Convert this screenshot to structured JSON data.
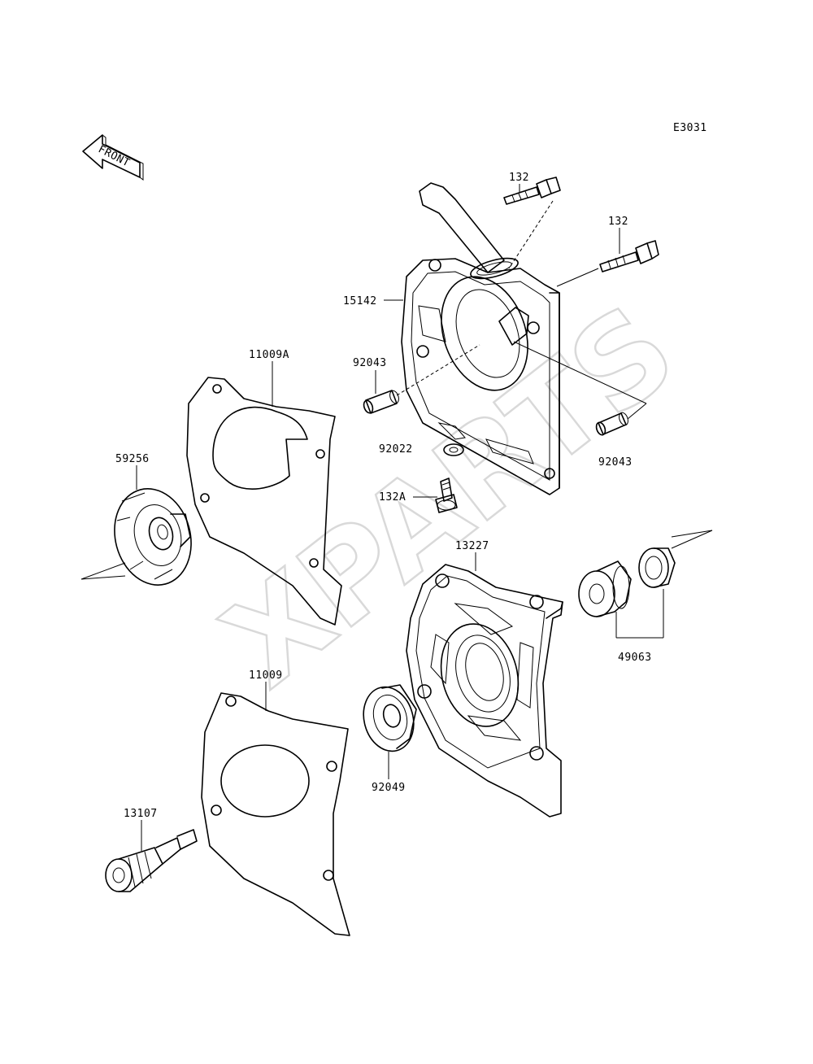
{
  "diagram_code": "E3031",
  "front_arrow_text": "FRONT",
  "watermark": "XPARTS",
  "labels": {
    "p132a": "132",
    "p132b": "132",
    "p15142": "15142",
    "p92043a": "92043",
    "p92043b": "92043",
    "p11009a": "11009A",
    "p92022": "92022",
    "p132A": "132A",
    "p59256": "59256",
    "p13227": "13227",
    "p49063": "49063",
    "p11009": "11009",
    "p92049": "92049",
    "p13107": "13107"
  }
}
